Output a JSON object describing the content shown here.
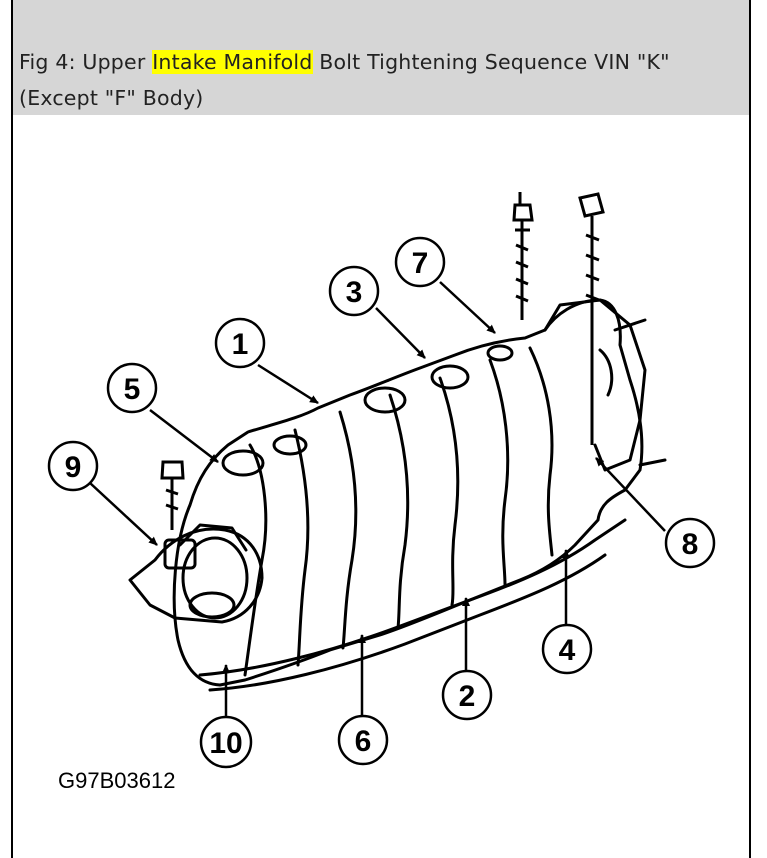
{
  "caption": {
    "prefix": "Fig 4: Upper ",
    "highlight": "Intake Manifold",
    "suffix_line1": " Bolt Tightening Sequence VIN \"K\"",
    "line2": "(Except \"F\" Body)"
  },
  "figure_code": "G97B03612",
  "callouts": {
    "c1": "1",
    "c2": "2",
    "c3": "3",
    "c4": "4",
    "c5": "5",
    "c6": "6",
    "c7": "7",
    "c8": "8",
    "c9": "9",
    "c10": "10"
  },
  "colors": {
    "highlight": "#ffff00",
    "caption_bg": "#d6d6d6"
  }
}
